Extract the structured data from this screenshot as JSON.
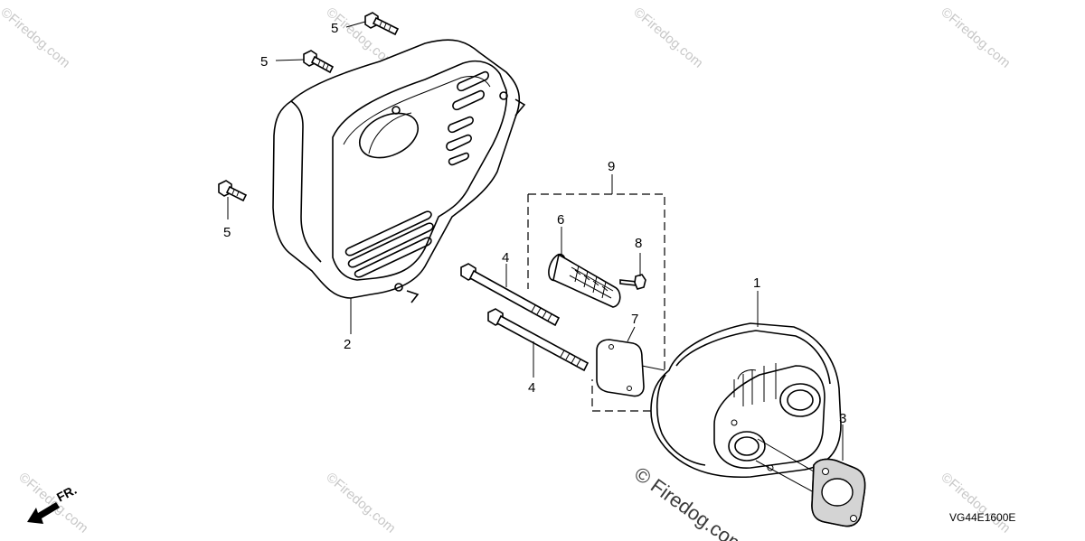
{
  "callouts": {
    "c1": "1",
    "c2": "2",
    "c3": "3",
    "c4a": "4",
    "c4b": "4",
    "c5a": "5",
    "c5b": "5",
    "c5c": "5",
    "c6": "6",
    "c7": "7",
    "c8": "8",
    "c9": "9"
  },
  "diagram_code": "VG44E1600E",
  "direction_label": "FR.",
  "watermark_text": "©Firedog.com",
  "watermark_main": "© Firedog.com",
  "colors": {
    "line": "#000000",
    "watermark": "#c8c8c8",
    "background": "#ffffff"
  },
  "icons": [
    "front-direction-arrow-icon"
  ]
}
